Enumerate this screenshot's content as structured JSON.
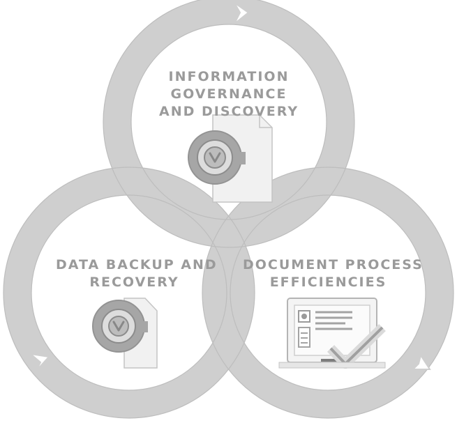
{
  "colors": {
    "ring": "#cfcfcf",
    "text": "#9a9a9a",
    "icon": "#a8a8a8",
    "background": "#ffffff"
  },
  "sections": {
    "top": {
      "lines": [
        "INFORMATION",
        "GOVERNANCE",
        "AND DISCOVERY"
      ],
      "icon": "vault-dial-document-icon"
    },
    "left": {
      "lines": [
        "DATA BACKUP AND",
        "RECOVERY"
      ],
      "icon": "vault-dial-icon"
    },
    "right": {
      "lines": [
        "DOCUMENT PROCESS",
        "EFFICIENCIES"
      ],
      "icon": "monitor-checkmark-icon"
    }
  }
}
